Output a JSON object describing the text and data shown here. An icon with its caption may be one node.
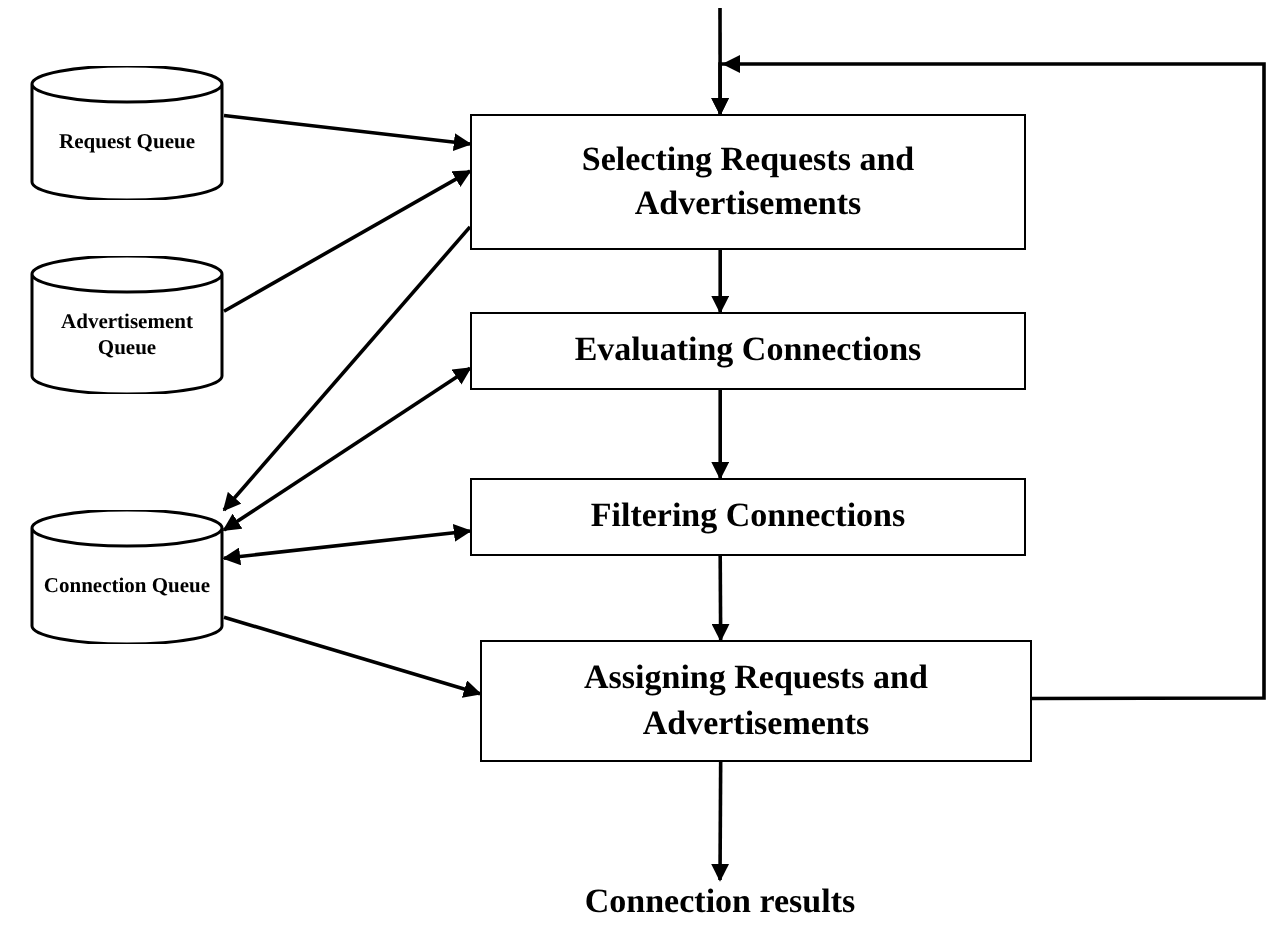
{
  "diagram": {
    "nodes": [
      {
        "text": [
          "Request Queue"
        ]
      },
      {
        "text": [
          "Advertisement Queue"
        ]
      },
      {
        "text": [
          "Connection Queue"
        ]
      },
      {
        "text": [
          "Selecting Requests and Advertisements"
        ]
      },
      {
        "text": [
          "Evaluating Connections"
        ]
      },
      {
        "text": [
          "Filtering Connections"
        ]
      },
      {
        "text": [
          "Assigning Requests and Advertisements"
        ]
      },
      {
        "text": [
          "Connection results"
        ]
      }
    ],
    "edges": [
      {
        "from": null,
        "to": 3,
        "arrow": "to"
      },
      {
        "from": 6,
        "to": 3,
        "arrow": "to"
      },
      {
        "from": 0,
        "to": 3,
        "arrow": "to"
      },
      {
        "from": 1,
        "to": 3,
        "arrow": "to"
      },
      {
        "from": 3,
        "to": 2,
        "arrow": "to"
      },
      {
        "from": 4,
        "to": 2,
        "arrow": "both"
      },
      {
        "from": 2,
        "to": 5,
        "arrow": "both"
      },
      {
        "from": 2,
        "to": 6,
        "arrow": "to"
      },
      {
        "from": 3,
        "to": 4,
        "arrow": "to"
      },
      {
        "from": 4,
        "to": 5,
        "arrow": "to"
      },
      {
        "from": 5,
        "to": 6,
        "arrow": "to"
      },
      {
        "from": 6,
        "to": 7,
        "arrow": "to"
      }
    ]
  }
}
